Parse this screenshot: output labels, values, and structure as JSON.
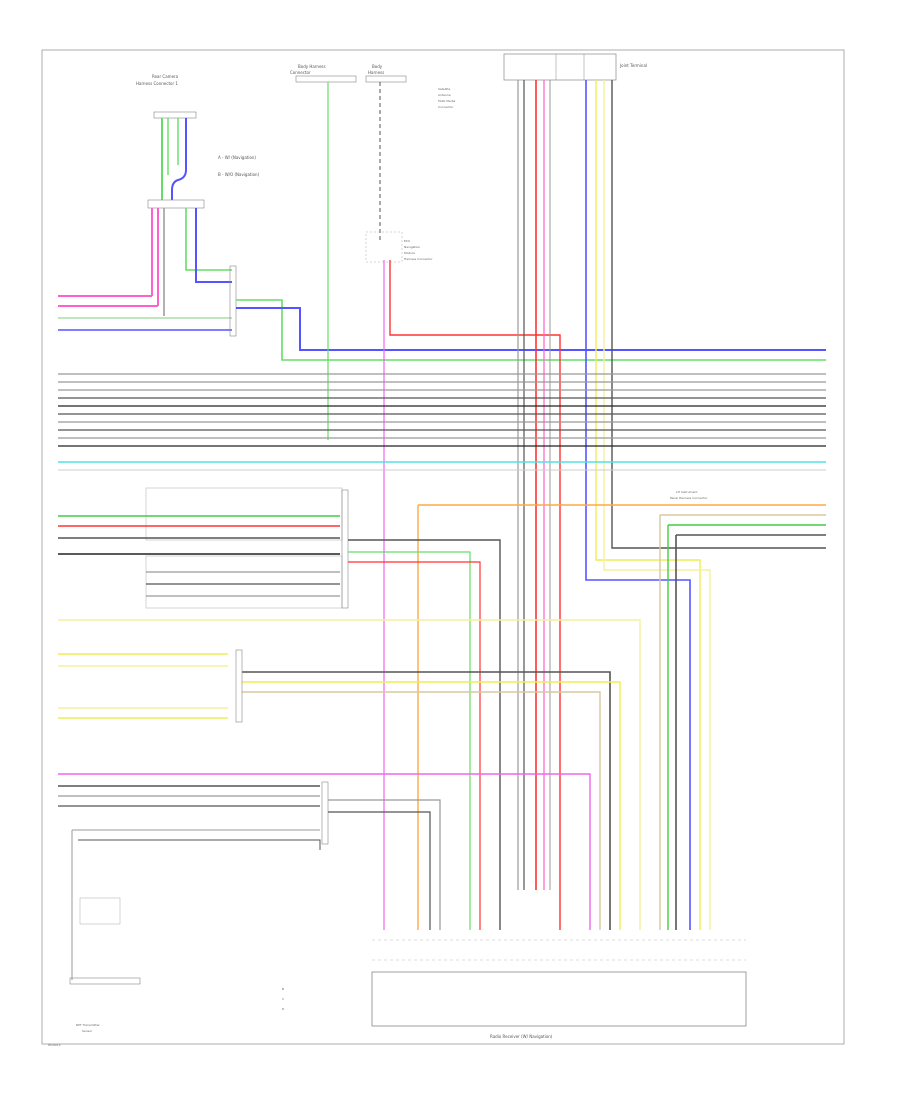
{
  "title_block": {
    "page_id": "W10013"
  },
  "components": {
    "top_left_sensor": {
      "label_l1": "Rear Camera",
      "label_l2": "Harness Connector 1"
    },
    "top_center_left": {
      "label_l1": "Body Harness",
      "label_l2": "Connector"
    },
    "top_center": {
      "label_l1": "Body",
      "label_l2": "Harness"
    },
    "top_center_right": {
      "label_l1": "Satellite",
      "label_l2": "Antenna",
      "label_l3": "Multi Media",
      "label_l4": "Connector"
    },
    "top_right_connector": {
      "label": "Joint Terminal"
    },
    "mid_center_module": {
      "label_l1": "ECU",
      "label_l2": "Navigation",
      "label_l3": "Module",
      "label_l4": "Harness Connector"
    },
    "right_junction": {
      "label_l1": "LH Instrument",
      "label_l2": "Panel Harness Connector"
    },
    "bottom_main_connector": {
      "label": "Radio Receiver (W/ Navigation)"
    },
    "bottom_left_sensor": {
      "label_l1": "RPT Transmitter",
      "label_l2": "Sensor"
    }
  },
  "legend": {
    "note_a": "A - W/ (Navigation)",
    "note_b": "B - W/O (Navigation)",
    "marker_1": "B",
    "marker_2": "C",
    "marker_3": "D"
  },
  "wire_colors": {
    "pink": "#ff5fd0",
    "magenta": "#ee66ee",
    "light_green": "#66dd66",
    "blue": "#5555ff",
    "gray": "#999999",
    "dark_gray": "#555555",
    "black": "#222222",
    "cyan": "#55e0e0",
    "red": "#ff3333",
    "orange": "#ffaa44",
    "yellow": "#eeee55",
    "light_yellow": "#f5f0a0",
    "tan": "#d8c8a0",
    "green": "#44cc44"
  }
}
